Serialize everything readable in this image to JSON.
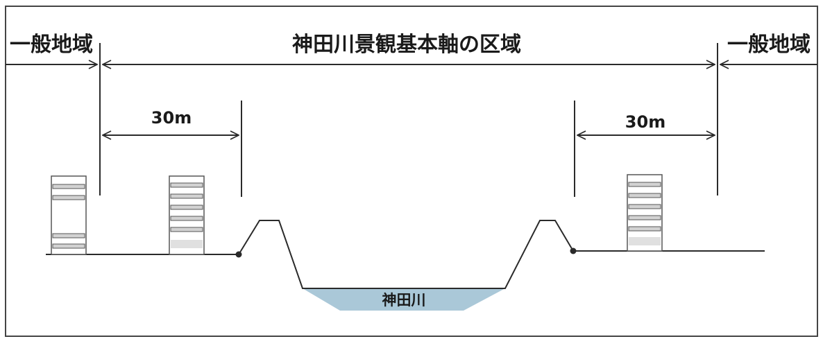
{
  "labels": {
    "general_left": "一般地域",
    "axis_zone": "神田川景観基本軸の区域",
    "general_right": "一般地域",
    "dim_left": "30m",
    "dim_right": "30m",
    "river": "神田川"
  },
  "colors": {
    "line": "#2a2a2a",
    "water": "#aac8d8",
    "building_stroke": "#555555",
    "building_floor": "#d2d2d2"
  }
}
